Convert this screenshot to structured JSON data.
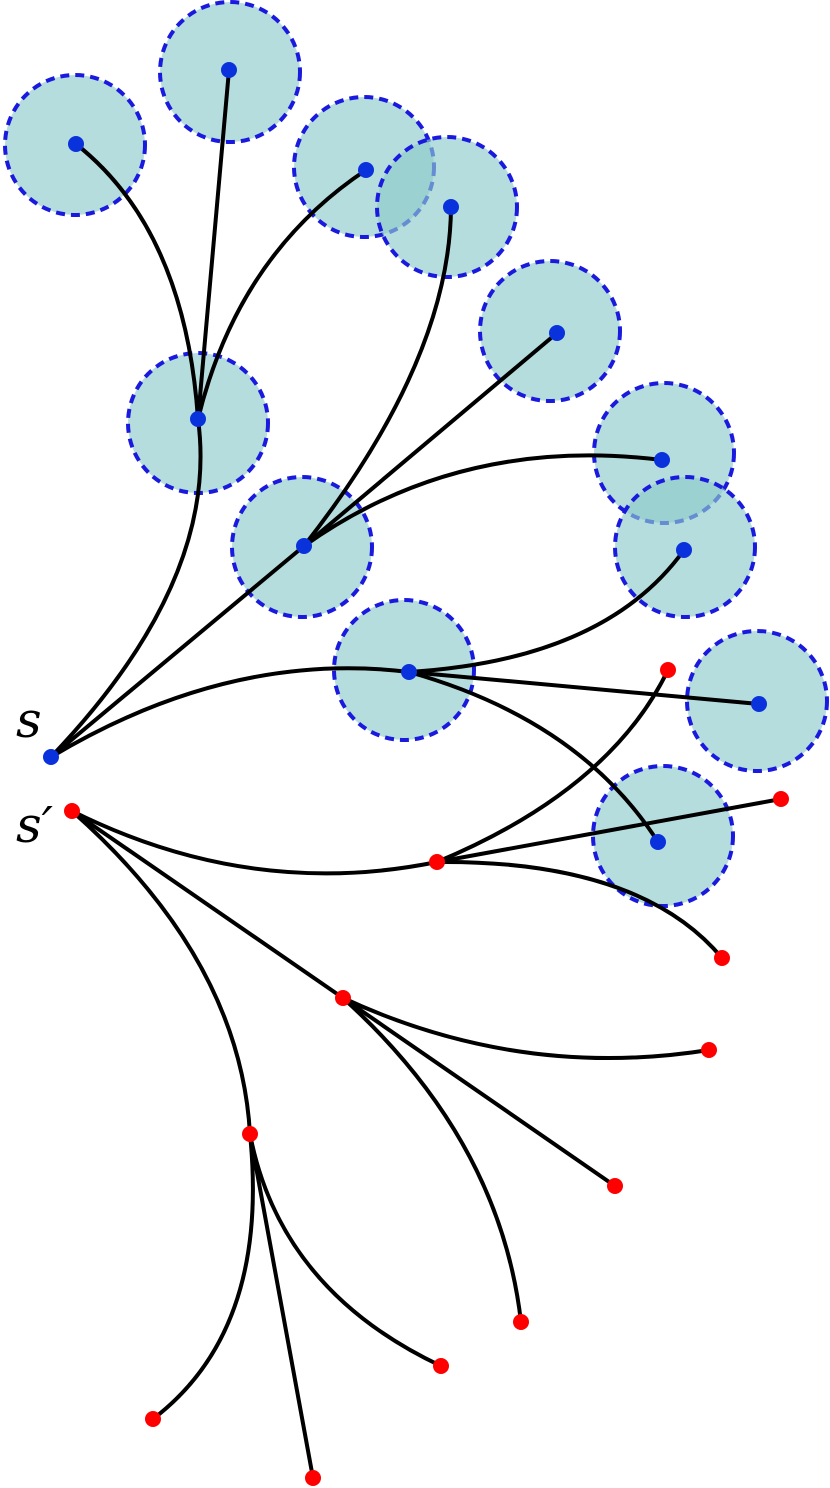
{
  "labels": {
    "blue_root": "s",
    "red_root": "s′"
  },
  "colors": {
    "background": "#ffffff",
    "blue_node": "#0a32dc",
    "red_node": "#ff0000",
    "region_fill": "#8ecbcb",
    "region_stroke": "#1a1adf",
    "edge": "#000000"
  },
  "icons": {
    "blue_node": "filled-blue-dot",
    "red_node": "filled-red-dot",
    "region": "dashed-circle-region"
  }
}
